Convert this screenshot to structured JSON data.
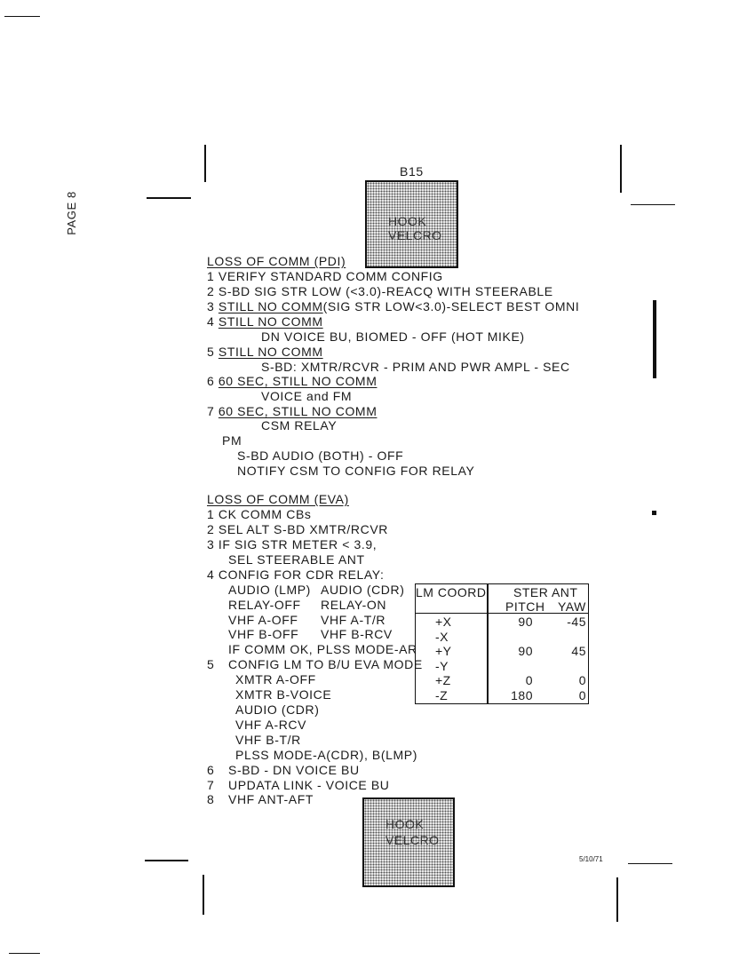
{
  "page_label": "PAGE 8",
  "page_id": "B15",
  "hook_top": [
    "HOOK",
    "VELCRO"
  ],
  "hook_bottom": [
    "HOOK",
    "VELCRO"
  ],
  "date": "5/10/71",
  "pdi": {
    "title": "LOSS OF COMM (PDI)",
    "l1": "1 VERIFY STANDARD COMM CONFIG",
    "l2": "2 S-BD SIG STR LOW (<3.0)-REACQ WITH STEERABLE",
    "l3n": "3 ",
    "l3u": "STILL NO COMM",
    "l3r": "(SIG STR LOW<3.0)-SELECT BEST OMNI",
    "l4n": "4 ",
    "l4u": "STILL NO COMM",
    "l4a": "DN VOICE BU, BIOMED - OFF (HOT MIKE)",
    "l5n": "5 ",
    "l5u": "STILL NO COMM",
    "l5a": "S-BD: XMTR/RCVR - PRIM AND PWR AMPL - SEC",
    "l6n": "6 ",
    "l6u": "60 SEC, STILL NO COMM",
    "l6a": "VOICE and FM",
    "l7n": "7 ",
    "l7u": "60 SEC, STILL NO COMM",
    "l7a": "CSM RELAY",
    "pm": "PM",
    "pm1": "S-BD AUDIO (BOTH) - OFF",
    "pm2": "NOTIFY CSM TO CONFIG FOR RELAY"
  },
  "eva": {
    "title": "LOSS OF COMM (EVA)",
    "lines": [
      "1 CK COMM CBs",
      "2 SEL ALT S-BD XMTR/RCVR",
      "3 IF SIG STR METER < 3.9,",
      "SEL STEERABLE ANT",
      "4 CONFIG FOR CDR RELAY:"
    ],
    "relay": [
      [
        "AUDIO (LMP)",
        "AUDIO (CDR)"
      ],
      [
        "RELAY-OFF",
        "RELAY-ON"
      ],
      [
        "VHF A-OFF",
        "VHF A-T/R"
      ],
      [
        "VHF B-OFF",
        "VHF B-RCV"
      ]
    ],
    "ok": "IF COMM OK, PLSS MODE-AR",
    "l5n": "5",
    "l5": "CONFIG LM TO B/U EVA MODE",
    "sub5": [
      "XMTR A-OFF",
      "XMTR B-VOICE",
      "AUDIO (CDR)",
      "VHF A-RCV",
      "VHF B-T/R",
      "PLSS MODE-A(CDR), B(LMP)"
    ],
    "tail": [
      [
        "6",
        "S-BD - DN VOICE BU"
      ],
      [
        "7",
        "UPDATA LINK - VOICE BU"
      ],
      [
        "8",
        "VHF ANT-AFT"
      ]
    ]
  },
  "table": {
    "h1": "LM COORD",
    "h2": "STER ANT",
    "h3": "PITCH",
    "h4": "YAW",
    "rows": [
      [
        "+X",
        "90",
        "-45"
      ],
      [
        "-X",
        "",
        ""
      ],
      [
        "+Y",
        "90",
        "45"
      ],
      [
        "-Y",
        "",
        ""
      ],
      [
        "+Z",
        "0",
        "0"
      ],
      [
        "-Z",
        "180",
        "0"
      ]
    ]
  }
}
